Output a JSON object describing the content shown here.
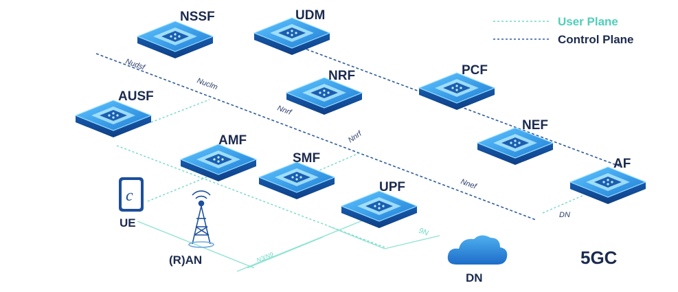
{
  "title": "5GC",
  "legend": {
    "user_plane": "User Plane",
    "control_plane": "Control Plane",
    "user_plane_color": "#5fd3c0",
    "control_plane_color": "#2e5a9c"
  },
  "nodes": {
    "nssf": "NSSF",
    "udm": "UDM",
    "nrf": "NRF",
    "pcf": "PCF",
    "ausf": "AUSF",
    "amf": "AMF",
    "smf": "SMF",
    "upf": "UPF",
    "nef": "NEF",
    "af": "AF",
    "ue": "UE",
    "ran": "(R)AN",
    "dn": "DN"
  },
  "interfaces": {
    "nudsf": "Nudsf",
    "nuclm": "Nuclm",
    "nnrf_1": "Nnrf",
    "nnrf_2": "Nnrf",
    "nnef": "Nnef",
    "dn_link": "DN",
    "n6": "N6",
    "n3": "N3/N9"
  },
  "colors": {
    "chip_top": "#2f8fe0",
    "chip_side": "#1c5fb0",
    "chip_inner": "#7fe3ff",
    "dark_text": "#1b2a4e"
  },
  "icons": {
    "ue": "smartphone-icon",
    "ran": "antenna-tower-icon",
    "dn": "cloud-icon"
  }
}
